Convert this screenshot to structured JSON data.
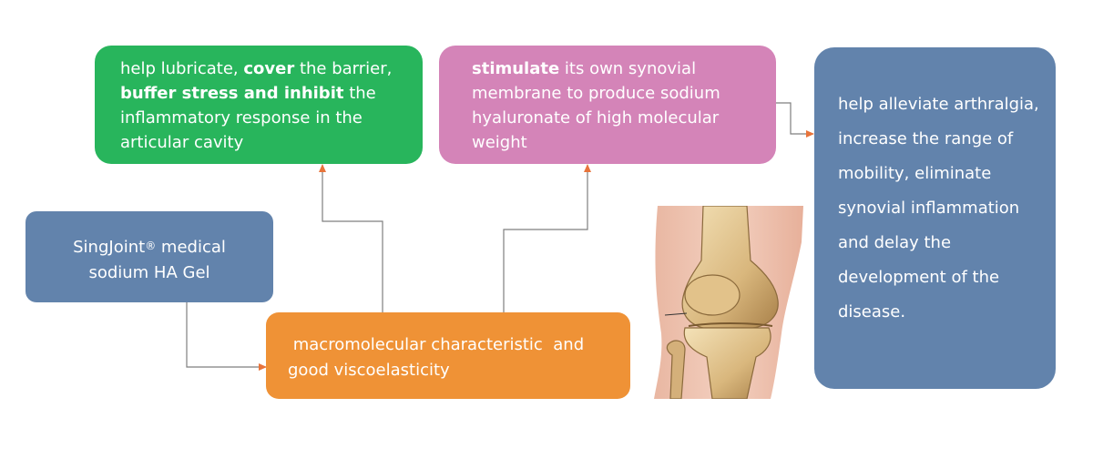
{
  "colors": {
    "green": "#28b55c",
    "pink": "#d484b8",
    "blue": "#6283ac",
    "orange": "#ef9236",
    "arrow": "#e8743b",
    "line": "#7f7f7f"
  },
  "nodes": {
    "lubricate": {
      "segments": [
        {
          "text": "help lubricate, ",
          "bold": false
        },
        {
          "text": "cover",
          "bold": true
        },
        {
          "text": " the barrier, ",
          "bold": false
        },
        {
          "text": "buffer stress and inhibit",
          "bold": true
        },
        {
          "text": " the inflammatory response in the articular cavity",
          "bold": false
        }
      ]
    },
    "stimulate": {
      "segments": [
        {
          "text": "stimulate",
          "bold": true
        },
        {
          "text": " its own synovial membrane to produce sodium hyaluronate of high molecular weight",
          "bold": false
        }
      ]
    },
    "result": {
      "text": "help alleviate arthralgia, increase the range of mobility, eliminate synovial inflammation and delay the development of the disease."
    },
    "source": {
      "line1": "SingJoint",
      "registered": "®",
      "line1b": " medical",
      "line2": "sodium HA Gel"
    },
    "property": {
      "text": " macromolecular characteristic  and good viscoelasticity"
    }
  },
  "image": {
    "subject": "knee-joint-illustration"
  }
}
